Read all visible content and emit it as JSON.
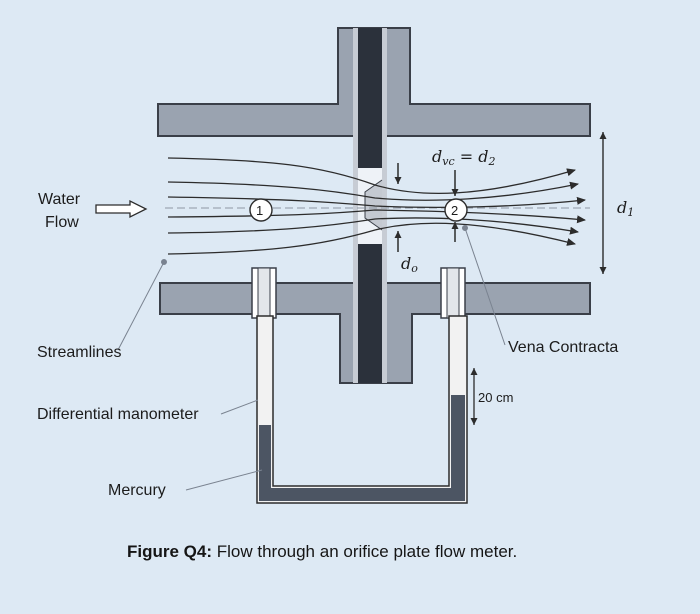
{
  "labels": {
    "water": "Water",
    "flow": "Flow",
    "streamlines": "Streamlines",
    "differential_manometer": "Differential manometer",
    "mercury": "Mercury",
    "vena_contracta": "Vena Contracta",
    "height": "20 cm",
    "point_1": "1",
    "point_2": "2"
  },
  "symbols": {
    "dvc_base": "d",
    "dvc_sub": "vc",
    "equals": " = ",
    "d2_base": "d",
    "d2_sub": "2",
    "d1_base": "d",
    "d1_sub": "1",
    "do_base": "d",
    "do_sub": "o"
  },
  "caption": {
    "prefix": "Figure Q4:",
    "text": " Flow through an orifice plate flow meter."
  },
  "colors": {
    "background": "#dde9f4",
    "pipe": "#9aa3b0",
    "pipe_stroke": "#3a3f48",
    "orifice_plate": "#2b313b",
    "mercury": "#4c5563",
    "tube_fill": "#f2f2f2",
    "line": "#2c2c2c"
  }
}
